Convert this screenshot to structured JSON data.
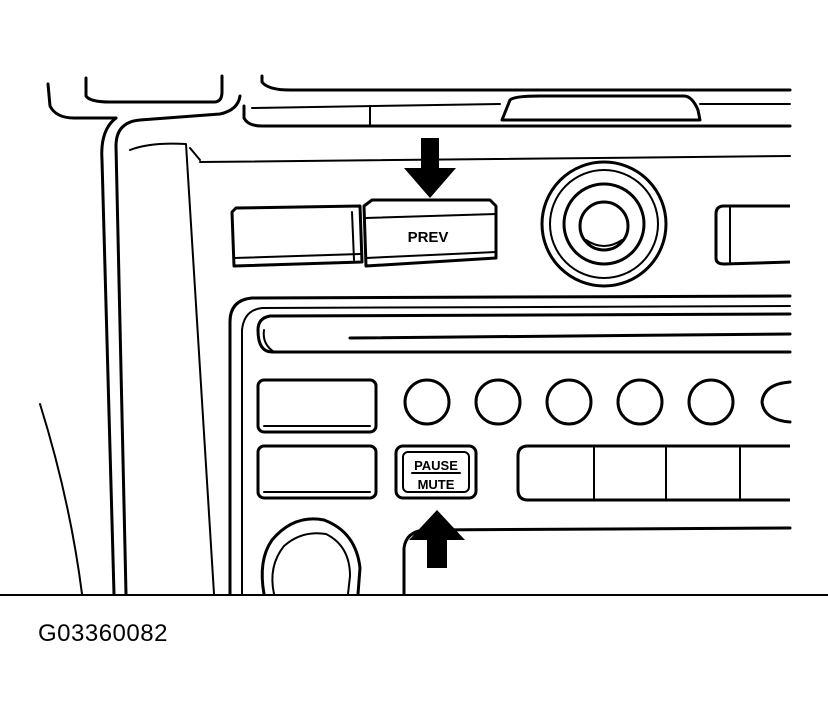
{
  "labels": {
    "prev": "PREV",
    "pause": "PAUSE",
    "mute": "MUTE"
  },
  "caption": "G03360082",
  "colors": {
    "line": "#000000",
    "background": "#ffffff"
  }
}
